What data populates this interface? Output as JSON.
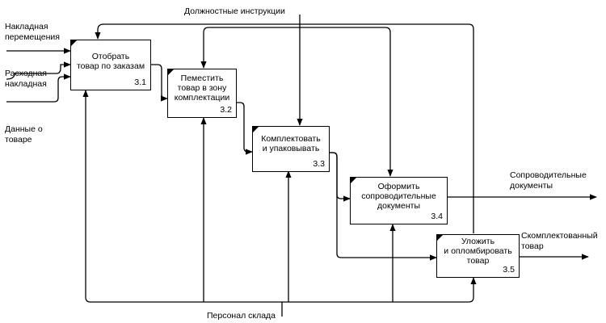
{
  "diagram": {
    "blocks": [
      {
        "id": "3.1",
        "title": "Отобрать\nтовар по заказам",
        "number": "3.1"
      },
      {
        "id": "3.2",
        "title": "Пеместить\nтовар в зону\nкомплектации",
        "number": "3.2"
      },
      {
        "id": "3.3",
        "title": "Комплектовать\nи упаковывать",
        "number": "3.3"
      },
      {
        "id": "3.4",
        "title": "Оформить\nсопроводительные\nдокументы",
        "number": "3.4"
      },
      {
        "id": "3.5",
        "title": "Уложить\nи опломбировать\nтовар",
        "number": "3.5"
      }
    ],
    "inputs": {
      "waybill_transfer": "Накладная\nперемещения",
      "expense_invoice": "Расходная\nнакладная",
      "goods_data": "Данные о\nтоваре"
    },
    "controls": {
      "job_instructions": "Должностные инструкции"
    },
    "mechanisms": {
      "warehouse_staff": "Персонал склада"
    },
    "outputs": {
      "accompanying_docs": "Сопроводительные\nдокументы",
      "completed_goods": "Скомплектованный\nтовар"
    },
    "colors": {
      "line": "#000000",
      "background": "#ffffff"
    }
  }
}
